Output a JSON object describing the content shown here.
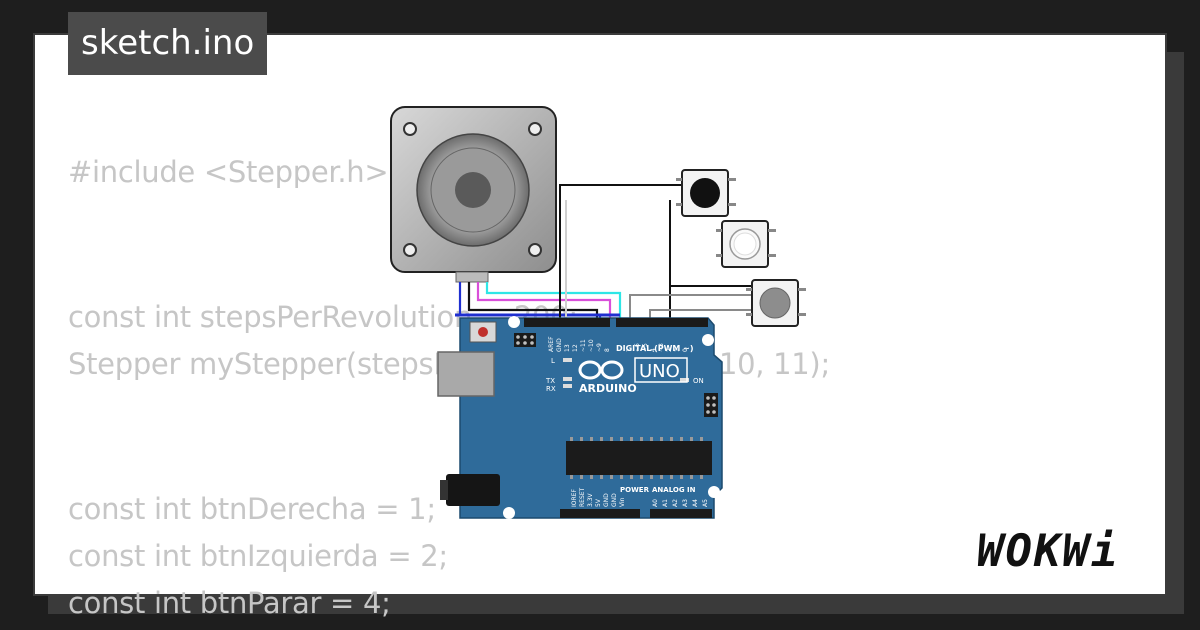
{
  "header": {
    "title": "sketch.ino"
  },
  "code": {
    "lines": [
      "#include <Stepper.h>",
      "const int stepsPerRevolution = 200;",
      "Stepper myStepper(stepsPerRevolution, 8, 9, 10, 11);",
      "const int btnDerecha = 1;",
      "const int btnIzquierda = 2;",
      "const int btnParar = 4;"
    ]
  },
  "board": {
    "brand": "ARDUINO",
    "model": "UNO",
    "digital_label": "DIGITAL (PWM ~)",
    "analog_label": "ANALOG IN",
    "power_label": "POWER",
    "aref": "AREF",
    "gnd": "GND",
    "on": "ON",
    "tx": "TX",
    "rx": "RX",
    "l": "L",
    "top_pins": [
      "13",
      "12",
      "~11",
      "~10",
      "~9",
      "8",
      "7",
      "~6",
      "~5",
      "4",
      "~3",
      "2",
      "1",
      "0"
    ],
    "power_pins": [
      "IOREF",
      "RESET",
      "3.3V",
      "5V",
      "GND",
      "GND",
      "Vin"
    ],
    "analog_pins": [
      "A0",
      "A1",
      "A2",
      "A3",
      "A4",
      "A5"
    ]
  },
  "colors": {
    "board": "#2f6b9a",
    "wire_cyan": "#2ee6e6",
    "wire_magenta": "#d94fd9",
    "wire_blue": "#1f2fd0",
    "wire_black": "#111111",
    "wire_gray": "#8a8a8a"
  },
  "branding": {
    "logo": "WOKWi"
  }
}
